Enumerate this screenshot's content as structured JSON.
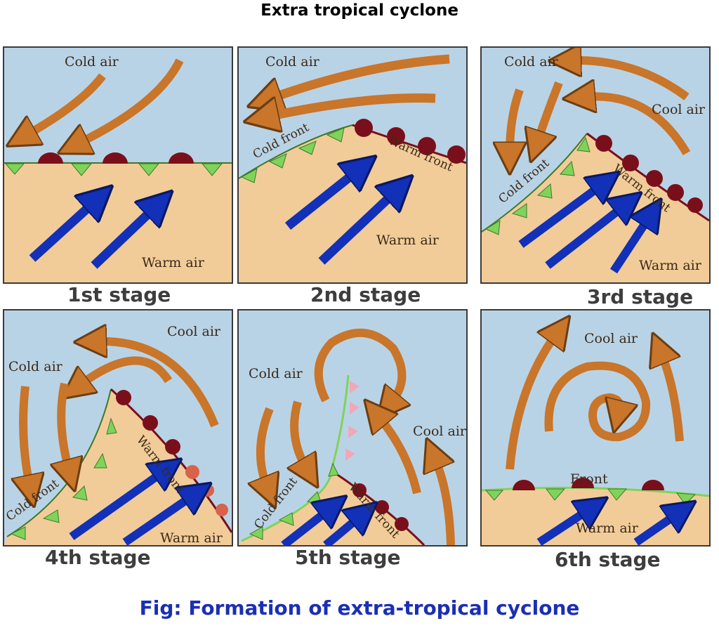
{
  "title": "Extra tropical cyclone",
  "caption": "Fig: Formation of extra-tropical cyclone",
  "colors": {
    "cold_sky": "#b9d3e6",
    "warm_ground": "#f2cc98",
    "cold_arrow": "#c9752a",
    "warm_arrow": "#1230b8",
    "cold_front": "#7fd35a",
    "warm_front": "#7a0f1c",
    "occluding_front": "#f0a8b8"
  },
  "stages": [
    {
      "label": "1st stage",
      "cold_air": "Cold air",
      "warm_air": "Warm air"
    },
    {
      "label": "2nd stage",
      "cold_air": "Cold air",
      "cold_front": "Cold front",
      "warm_front": "Warm front",
      "warm_air": "Warm air"
    },
    {
      "label": "3rd stage",
      "cold_air": "Cold air",
      "cool_air": "Cool air",
      "cold_front": "Cold front",
      "warm_front": "Warm front",
      "warm_air": "Warm air"
    },
    {
      "label": "4th stage",
      "cool_air": "Cool air",
      "cold_air": "Cold air",
      "cold_front": "Cold front",
      "warm_front": "Warm front",
      "warm_air": "Warm air"
    },
    {
      "label": "5th stage",
      "cold_air": "Cold air",
      "cool_air": "Cool air",
      "cold_front": "Cold front",
      "warm_front": "Warm front"
    },
    {
      "label": "6th stage",
      "cool_air": "Cool air",
      "front": "Front",
      "warm_air": "Warm air"
    }
  ]
}
